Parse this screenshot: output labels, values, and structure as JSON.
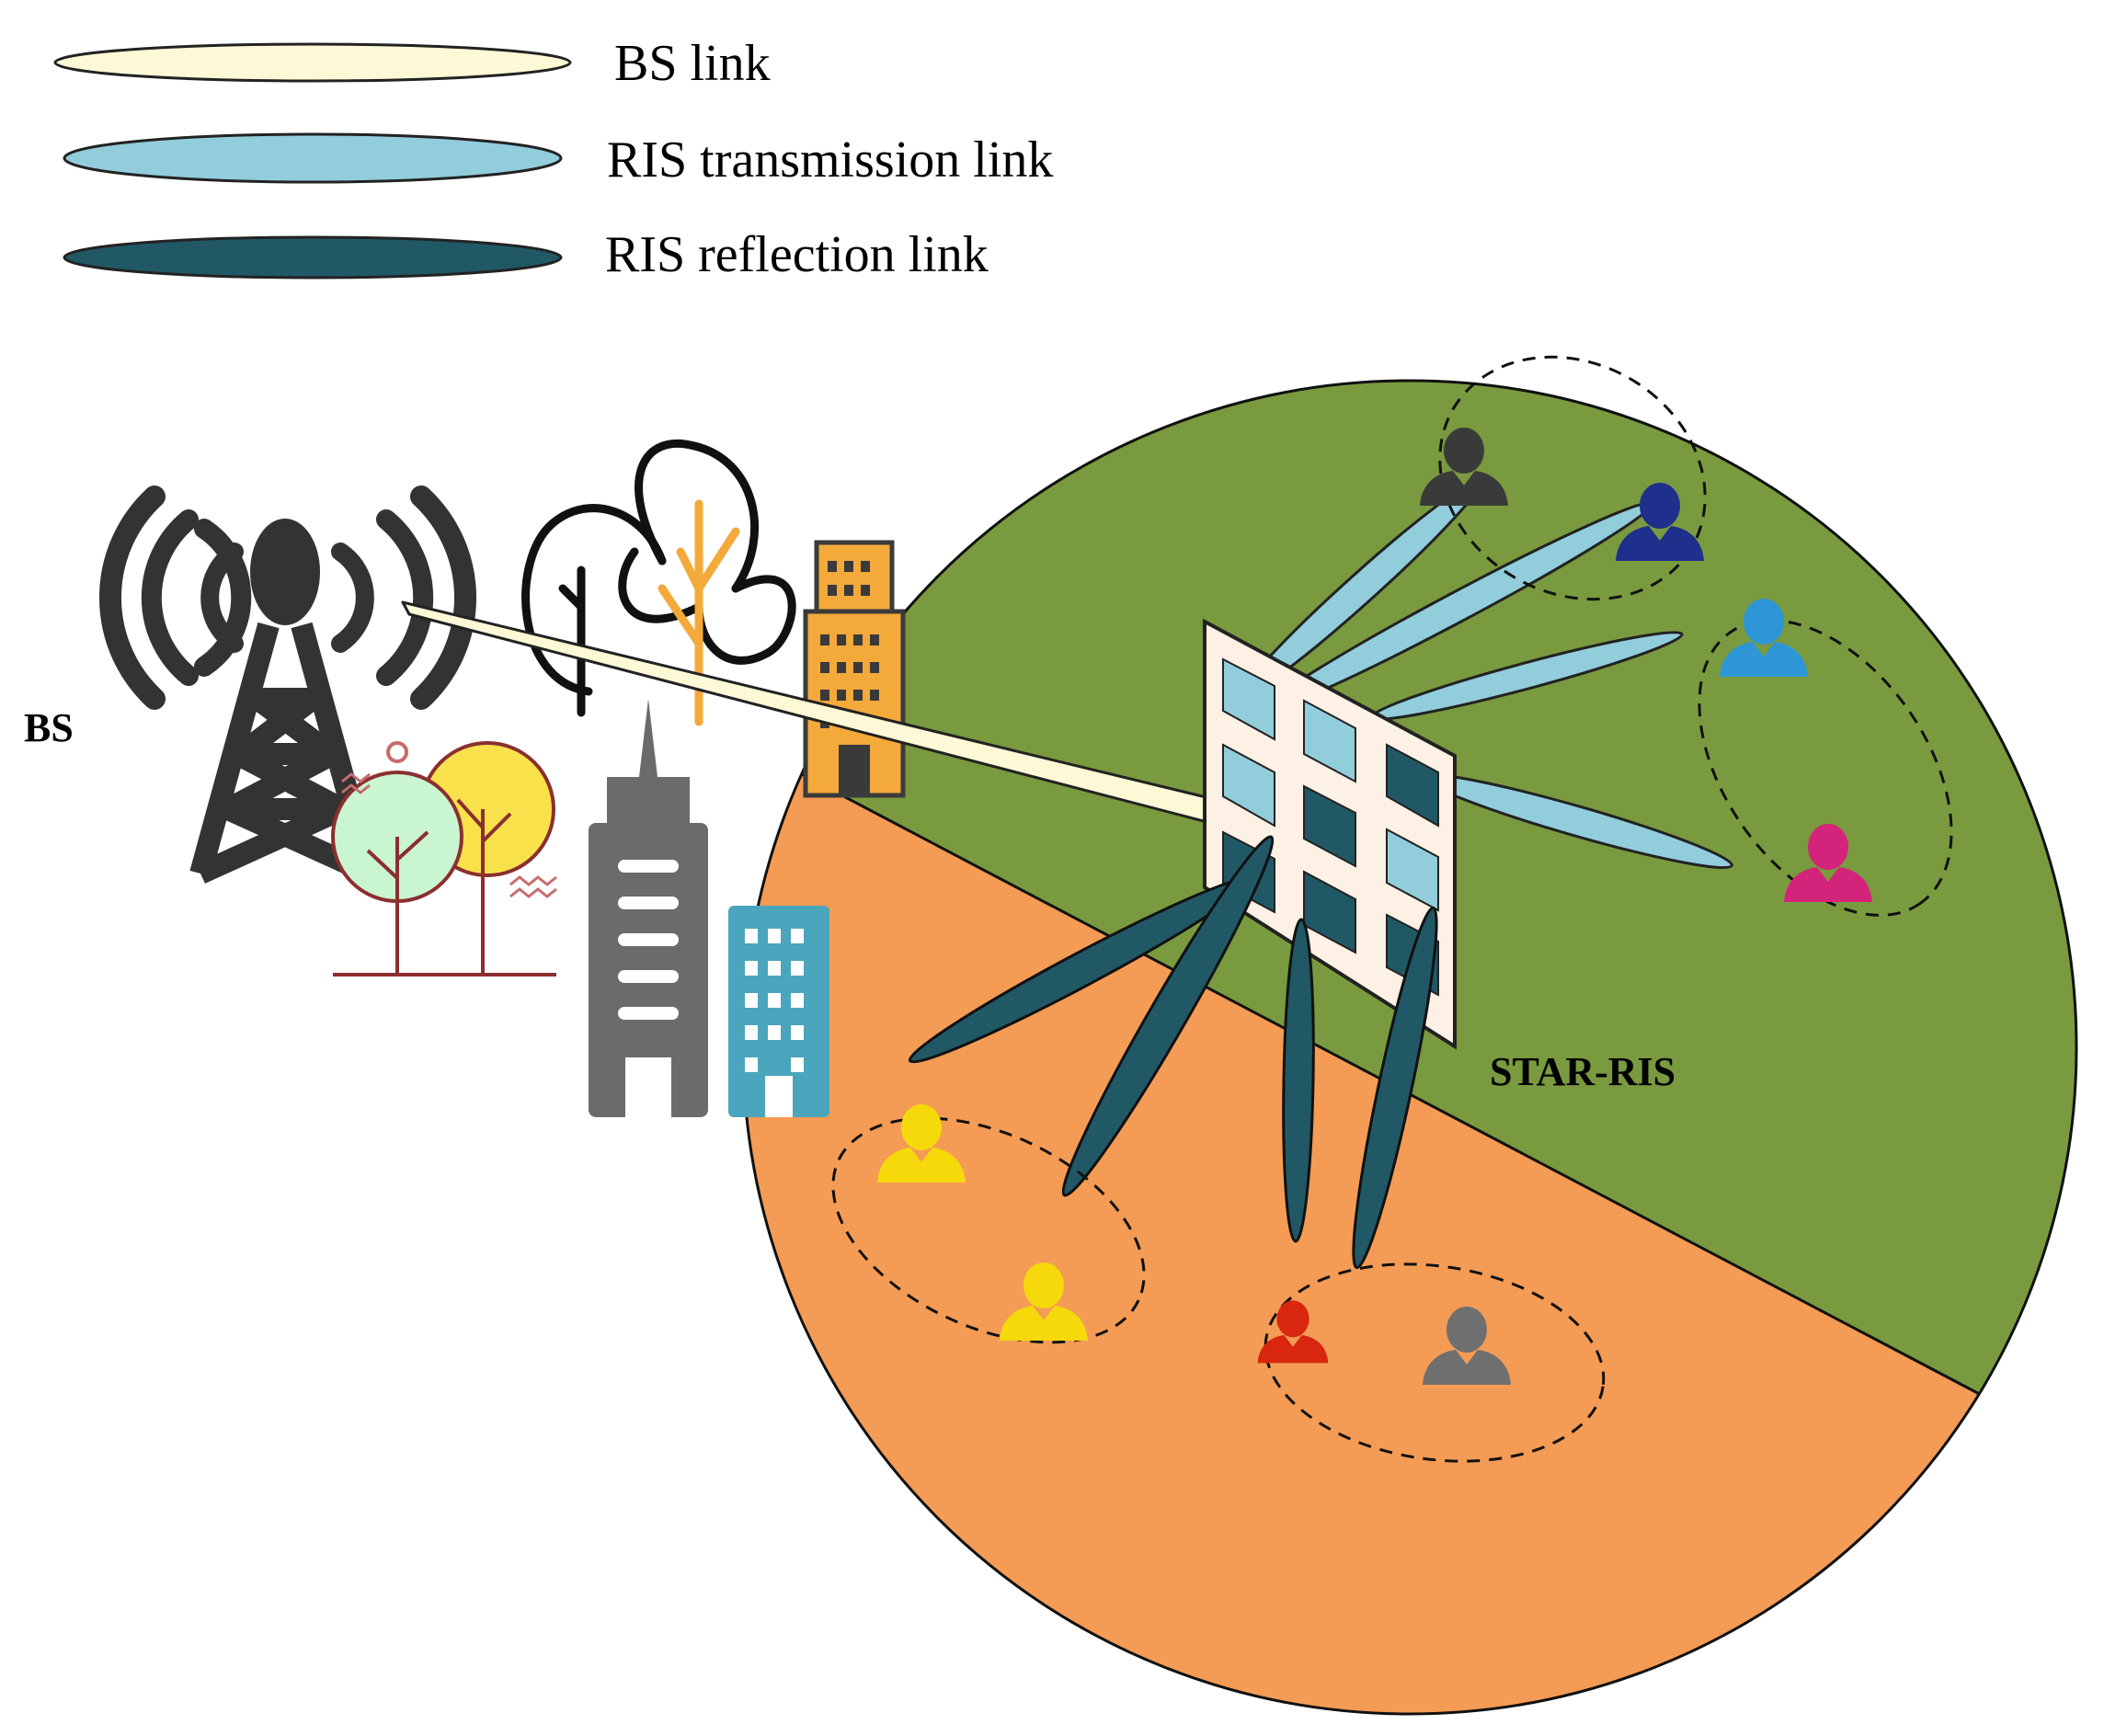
{
  "legend": [
    {
      "label": "BS link",
      "color": "#fdf9d6"
    },
    {
      "label": "RIS transmission link",
      "color": "#92cddc"
    },
    {
      "label": "RIS reflection link",
      "color": "#215866"
    }
  ],
  "labels": {
    "bs": "BS",
    "star_ris": "STAR-RIS"
  },
  "colors": {
    "transmission_region": "#7a9a3f",
    "reflection_region": "#f49b55",
    "ris_panel_bg": "#fdf1e5",
    "ris_cell_light": "#92cddc",
    "ris_cell_dark": "#215866"
  },
  "users": {
    "transmission": [
      {
        "icon": "user-icon",
        "color": "#3a3a3a"
      },
      {
        "icon": "user-icon",
        "color": "#1f2f8c"
      },
      {
        "icon": "user-icon",
        "color": "#2e96d6"
      },
      {
        "icon": "user-icon",
        "color": "#d4237a"
      }
    ],
    "reflection": [
      {
        "icon": "user-icon",
        "color": "#f5d90a"
      },
      {
        "icon": "user-icon",
        "color": "#f5d90a"
      },
      {
        "icon": "user-icon",
        "color": "#d8260f"
      },
      {
        "icon": "user-icon",
        "color": "#6f6f6f"
      }
    ]
  }
}
